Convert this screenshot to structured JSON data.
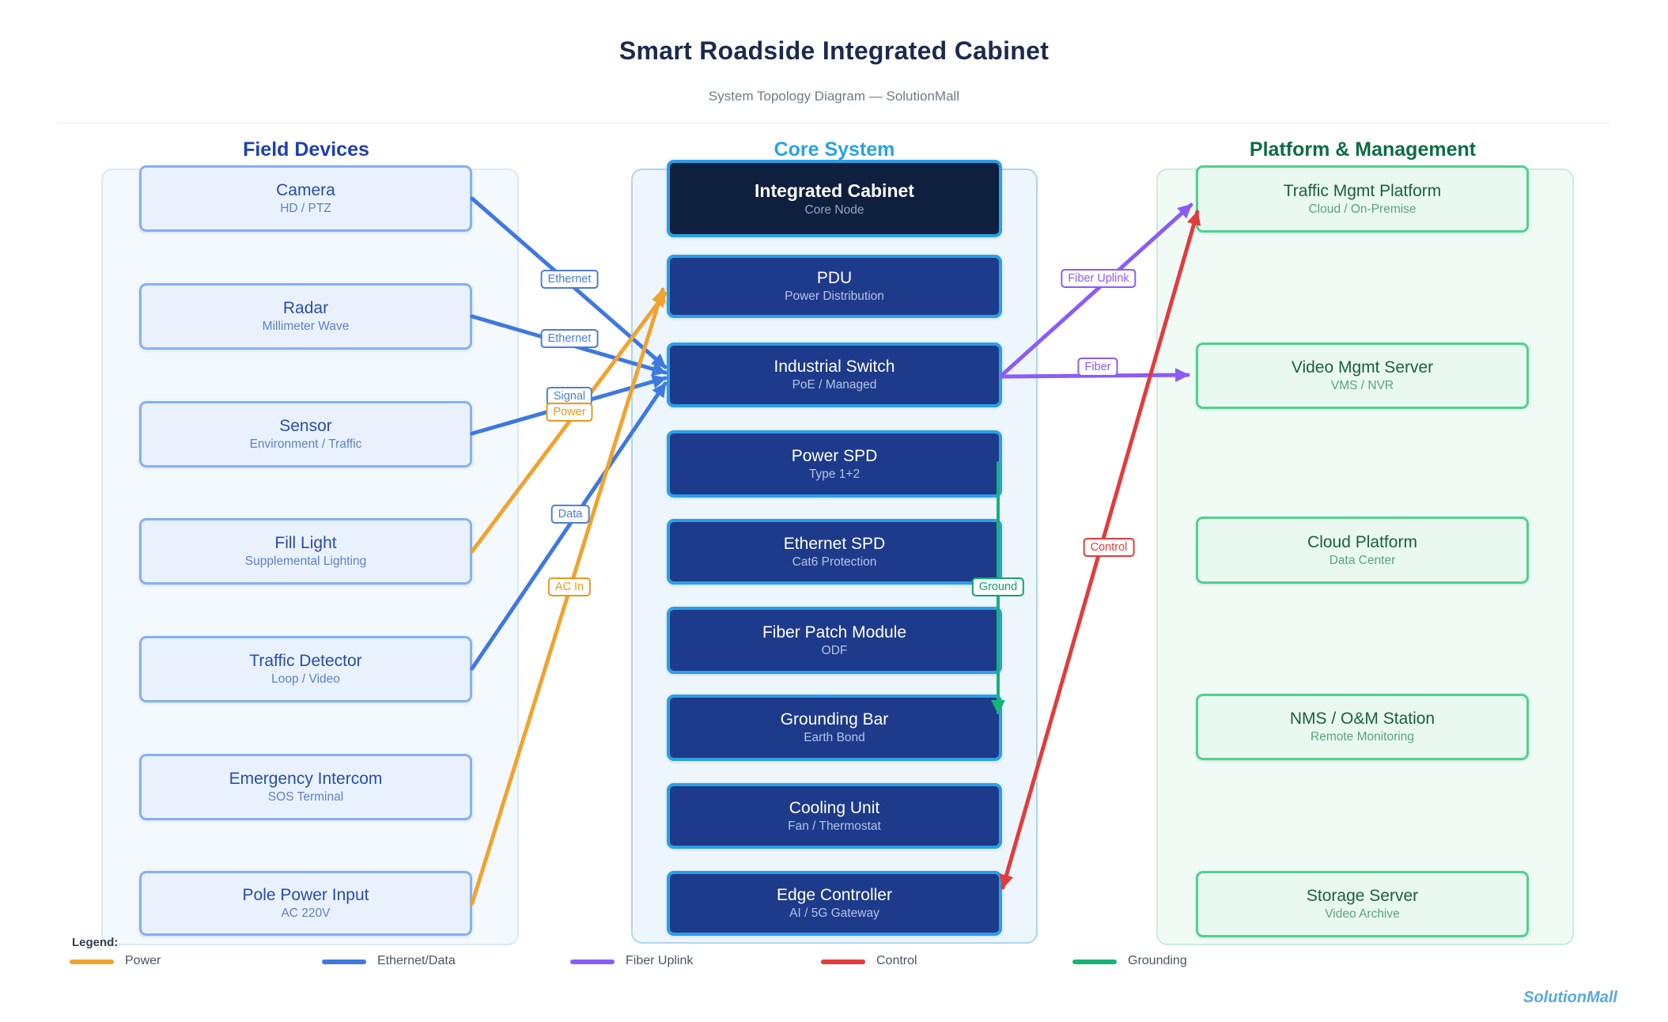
{
  "title": "Smart Roadside Integrated Cabinet",
  "subtitle": "System Topology Diagram — SolutionMall",
  "brand": "SolutionMall",
  "columns": {
    "field": {
      "header": "Field Devices",
      "header_color": "#1e40af",
      "nodes": [
        {
          "title": "Camera",
          "subtitle": "HD / PTZ"
        },
        {
          "title": "Radar",
          "subtitle": "Millimeter Wave"
        },
        {
          "title": "Sensor",
          "subtitle": "Environment / Traffic"
        },
        {
          "title": "Fill Light",
          "subtitle": "Supplemental Lighting"
        },
        {
          "title": "Traffic Detector",
          "subtitle": "Loop / Video"
        },
        {
          "title": "Emergency Intercom",
          "subtitle": "SOS Terminal"
        },
        {
          "title": "Pole Power Input",
          "subtitle": "AC 220V"
        }
      ]
    },
    "core": {
      "header": "Core System",
      "header_color": "#29a3e3",
      "nodes": [
        {
          "title": "Integrated Cabinet",
          "subtitle": "Core Node"
        },
        {
          "title": "PDU",
          "subtitle": "Power Distribution"
        },
        {
          "title": "Industrial Switch",
          "subtitle": "PoE / Managed"
        },
        {
          "title": "Power SPD",
          "subtitle": "Type 1+2"
        },
        {
          "title": "Ethernet SPD",
          "subtitle": "Cat6 Protection"
        },
        {
          "title": "Fiber Patch Module",
          "subtitle": "ODF"
        },
        {
          "title": "Grounding Bar",
          "subtitle": "Earth Bond"
        },
        {
          "title": "Cooling Unit",
          "subtitle": "Fan / Thermostat"
        },
        {
          "title": "Edge Controller",
          "subtitle": "AI / 5G Gateway"
        }
      ]
    },
    "platform": {
      "header": "Platform & Management",
      "header_color": "#0e6b47",
      "nodes": [
        {
          "title": "Traffic Mgmt Platform",
          "subtitle": "Cloud / On-Premise"
        },
        {
          "title": "Video Mgmt Server",
          "subtitle": "VMS / NVR"
        },
        {
          "title": "Cloud Platform",
          "subtitle": "Data Center"
        },
        {
          "title": "NMS / O&M Station",
          "subtitle": "Remote Monitoring"
        },
        {
          "title": "Storage Server",
          "subtitle": "Video Archive"
        }
      ]
    }
  },
  "edges": [
    {
      "label": "Ethernet",
      "type": "ethernet",
      "from": "Camera",
      "to": "Industrial Switch"
    },
    {
      "label": "Ethernet",
      "type": "ethernet",
      "from": "Radar",
      "to": "Industrial Switch"
    },
    {
      "label": "Signal",
      "type": "ethernet",
      "from": "Sensor",
      "to": "Industrial Switch"
    },
    {
      "label": "Power",
      "type": "power",
      "from": "Fill Light",
      "to": "PDU"
    },
    {
      "label": "Data",
      "type": "ethernet",
      "from": "Traffic Detector",
      "to": "Industrial Switch"
    },
    {
      "label": "AC In",
      "type": "power",
      "from": "Pole Power Input",
      "to": "PDU"
    },
    {
      "label": "Fiber Uplink",
      "type": "fiber",
      "from": "Industrial Switch",
      "to": "Traffic Mgmt Platform"
    },
    {
      "label": "Fiber",
      "type": "fiber",
      "from": "Industrial Switch",
      "to": "Video Mgmt Server"
    },
    {
      "label": "Control",
      "type": "control",
      "from": "Edge Controller",
      "to": "Traffic Mgmt Platform"
    },
    {
      "label": "Ground",
      "type": "ground",
      "from": "Power SPD",
      "to": "Grounding Bar"
    }
  ],
  "legend": {
    "heading": "Legend:",
    "items": [
      {
        "label": "Power",
        "type": "power"
      },
      {
        "label": "Ethernet/Data",
        "type": "ethernet"
      },
      {
        "label": "Fiber Uplink",
        "type": "fiber"
      },
      {
        "label": "Control",
        "type": "control"
      },
      {
        "label": "Grounding",
        "type": "ground"
      }
    ]
  },
  "colors": {
    "power": "#f0a330",
    "ethernet": "#3e79e0",
    "fiber": "#8b5cf6",
    "control": "#e23c3c",
    "ground": "#16b377",
    "label_power": "#e8991c",
    "label_ethernet": "#4b7fd9",
    "label_fiber": "#8b5cf6",
    "label_control": "#e23c3c",
    "label_ground": "#16a36a"
  }
}
